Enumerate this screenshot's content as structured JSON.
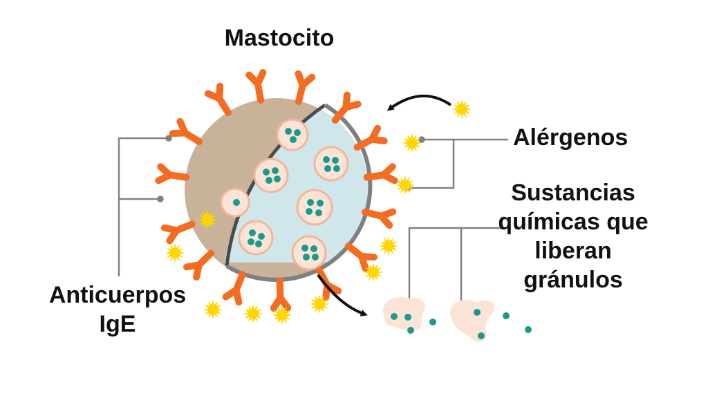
{
  "title": "Mastocito",
  "labels": {
    "allergens": "Alérgenos",
    "granule_chemicals": "Sustancias químicas que liberan gránulos",
    "ige_antibodies": "Anticuerpos IgE"
  },
  "colors": {
    "membrane": "#c8b39a",
    "cytoplasm": "#cfe6ea",
    "membrane_edge": "#7f7f7f",
    "antibody": "#f36c21",
    "allergen": "#ffd600",
    "granule": "#fbe3d6",
    "granule_ring": "#f2b59a",
    "granule_dot": "#1a9a8a",
    "leader_line": "#808080",
    "arrow": "#111111"
  },
  "icons": [
    "antibody-y-icon",
    "allergen-star-icon",
    "granule-icon",
    "arrow-icon"
  ]
}
